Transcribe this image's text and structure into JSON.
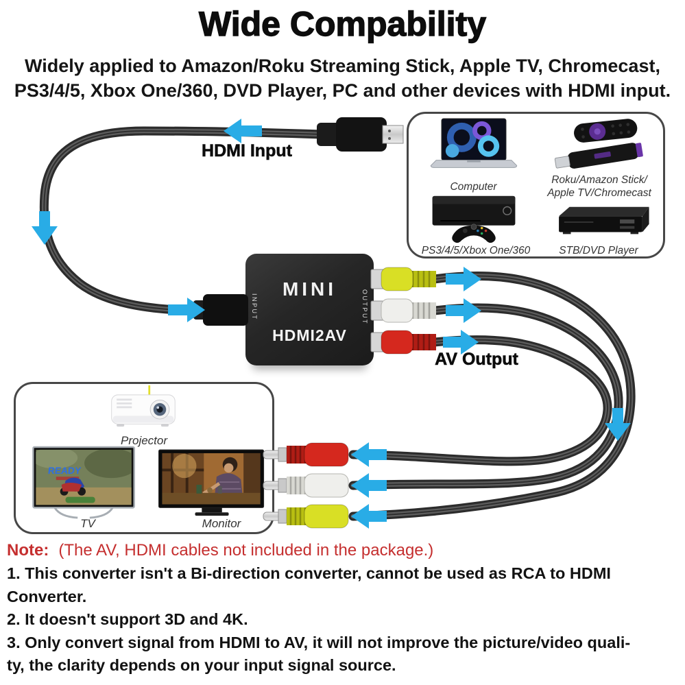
{
  "title": "Wide Compability",
  "subtitle": {
    "line1": "Widely applied to Amazon/Roku Streaming Stick, Apple TV, Chromecast,",
    "line2": "PS3/4/5, Xbox One/360, DVD Player, PC and other devices with HDMI input."
  },
  "flow_labels": {
    "hdmi_input": "HDMI Input",
    "av_output": "AV Output"
  },
  "converter": {
    "brand": "MINI",
    "model": "HDMI2AV",
    "input": "INPUT",
    "output": "OUTPUT"
  },
  "source_box": {
    "computer": "Computer",
    "streaming_line1": "Roku/Amazon Stick/",
    "streaming_line2": "Apple TV/Chromecast",
    "console": "PS3/4/5/Xbox One/360",
    "stb": "STB/DVD Player"
  },
  "output_box": {
    "projector": "Projector",
    "tv": "TV",
    "monitor": "Monitor",
    "tv_screen_text": "READY"
  },
  "note": {
    "heading": "Note:",
    "parenthetical": "(The AV, HDMI cables not included in the package.)",
    "lines": [
      "1. This converter isn't a Bi-direction converter, cannot be used as RCA to HDMI",
      "Converter.",
      "2. It doesn't support 3D and 4K.",
      "3. Only convert signal from HDMI to AV, it will not improve the picture/video quali-",
      "ty, the clarity depends on your input signal source."
    ]
  },
  "colors": {
    "accent_blue": "#29ace6",
    "rca_yellow": "#d9df25",
    "rca_white": "#efefec",
    "rca_red": "#d5281e",
    "note_red": "#c52f2f",
    "cable_dark": "#2c2c2c"
  }
}
